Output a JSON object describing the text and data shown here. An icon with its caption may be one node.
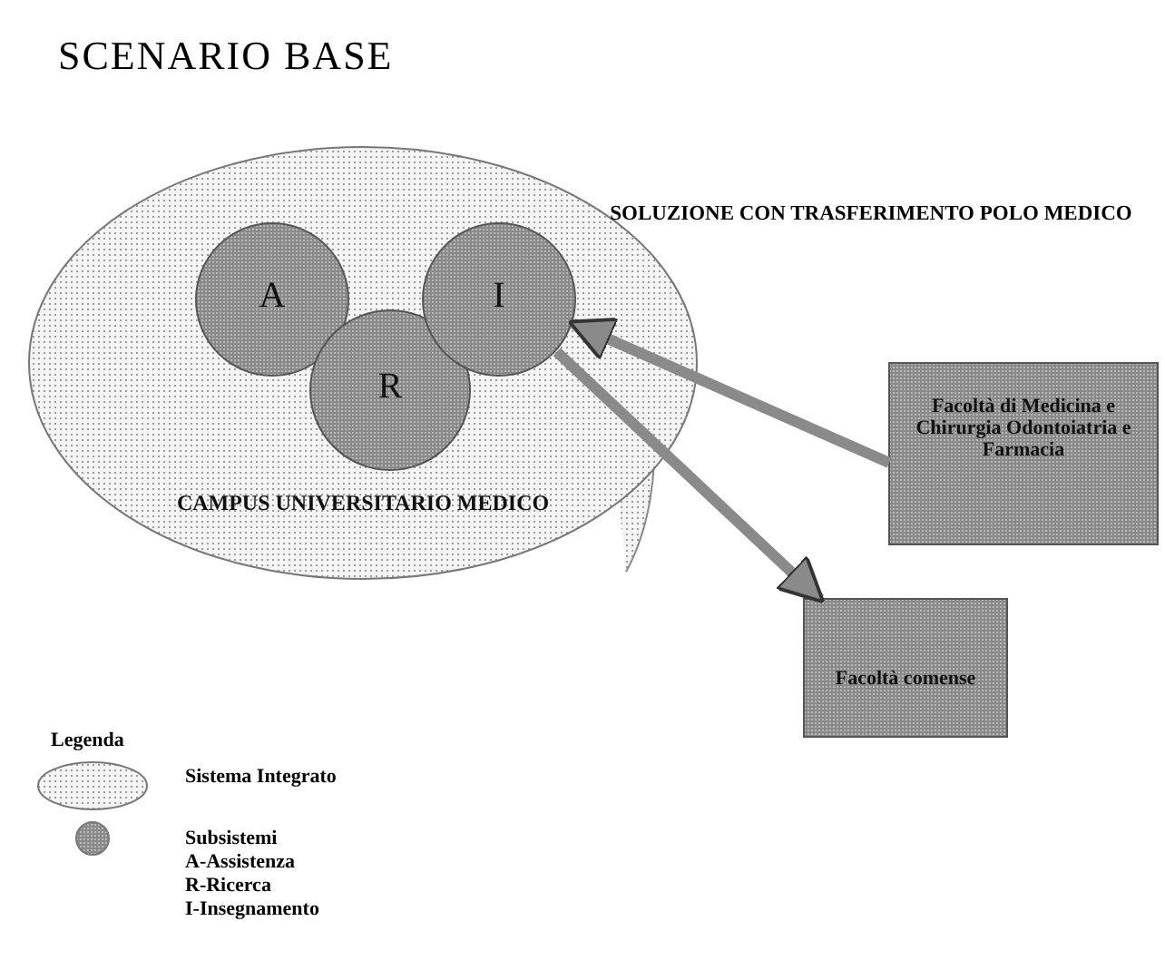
{
  "diagram": {
    "title": "SCENARIO BASE",
    "nodes": [
      {
        "text": [
          "CAMPUS UNIVERSITARIO MEDICO"
        ]
      },
      {
        "text": [
          "A"
        ],
        "in": 0
      },
      {
        "text": [
          "R"
        ],
        "in": 0
      },
      {
        "text": [
          "I"
        ],
        "in": 0
      },
      {
        "text": [
          "Facoltà di Medicina e Chirurgia Odontoiatria e Farmacia"
        ]
      },
      {
        "text": [
          "Facoltà comense"
        ]
      }
    ],
    "edges": [
      {
        "from": 4,
        "to": 3,
        "arrow": "to"
      },
      {
        "from": 3,
        "to": 5,
        "arrow": "to"
      }
    ],
    "labels": [
      "SOLUZIONE CON TRASFERIMENTO POLO MEDICO",
      "Legenda"
    ],
    "legend": [
      {
        "text": "Sistema Integrato"
      },
      {
        "text": "Subsistemi A-Assistenza R-Ricerca I-Insegnamento"
      }
    ]
  }
}
